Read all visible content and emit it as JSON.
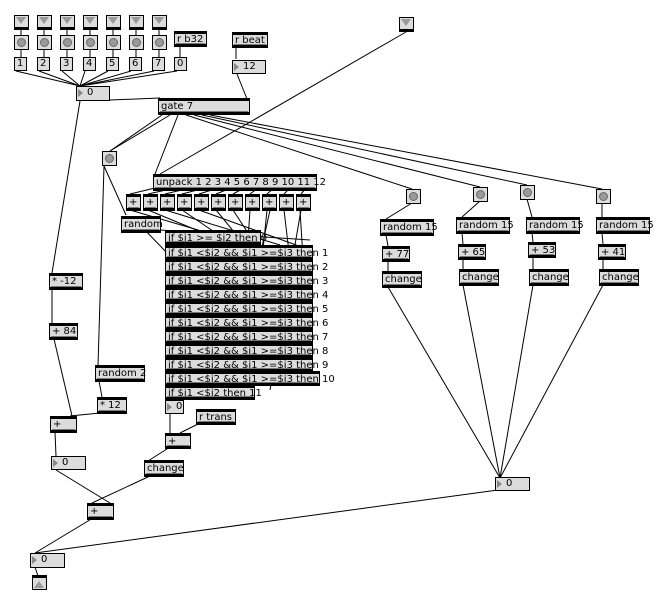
{
  "patcher": {
    "inlets_count": 7,
    "bangs_count": 7,
    "select_messages": [
      "1",
      "2",
      "3",
      "4",
      "5",
      "6",
      "7",
      "0"
    ],
    "receive_b32": "r b32",
    "receive_beat": "r beat",
    "beat_value": "12",
    "selector_number": "0",
    "gate": "gate 7",
    "unpack": "unpack 1 2 3 4 5 6 7 8 9 10 11 12",
    "plus_boxes": [
      "+",
      "+",
      "+",
      "+",
      "+",
      "+",
      "+",
      "+",
      "+",
      "+",
      "+"
    ],
    "random_left": "random",
    "if_lines": [
      "if $i1 >= $i2 then 0",
      "if $i1 <$i2 && $i1 >=$i3 then 1",
      "if $i1 <$i2 && $i1 >=$i3 then 2",
      "if $i1 <$i2 && $i1 >=$i3 then 3",
      "if $i1 <$i2 && $i1 >=$i3 then 4",
      "if $i1 <$i2 && $i1 >=$i3 then 5",
      "if $i1 <$i2 && $i1 >=$i3 then 6",
      "if $i1 <$i2 && $i1 >=$i3 then 7",
      "if $i1 <$i2 && $i1 >=$i3 then 8",
      "if $i1 <$i2 && $i1 >=$i3 then 9",
      "if $i1 <$i2 && $i1 >=$i3 then 10",
      "if $i1 <$i2 then 11"
    ],
    "if_result": "0",
    "receive_trans": "r trans",
    "plus_trans": "+",
    "change_trans": "change",
    "mult_neg12": "* -12",
    "plus_84": "+ 84",
    "random_2": "random 2",
    "mult_12": "* 12",
    "plus_left": "+",
    "left_number": "0",
    "plus_bottom": "+",
    "output_number": "0",
    "right_columns": [
      {
        "random": "random 15",
        "offset": "+ 77",
        "change": "change"
      },
      {
        "random": "random 15",
        "offset": "+ 65",
        "change": "change"
      },
      {
        "random": "random 15",
        "offset": "+ 53",
        "change": "change"
      },
      {
        "random": "random 15",
        "offset": "+ 41",
        "change": "change"
      }
    ],
    "right_number": "0",
    "icons": {
      "inlet": "inlet-icon",
      "outlet": "outlet-icon",
      "bang": "bang-icon"
    }
  }
}
